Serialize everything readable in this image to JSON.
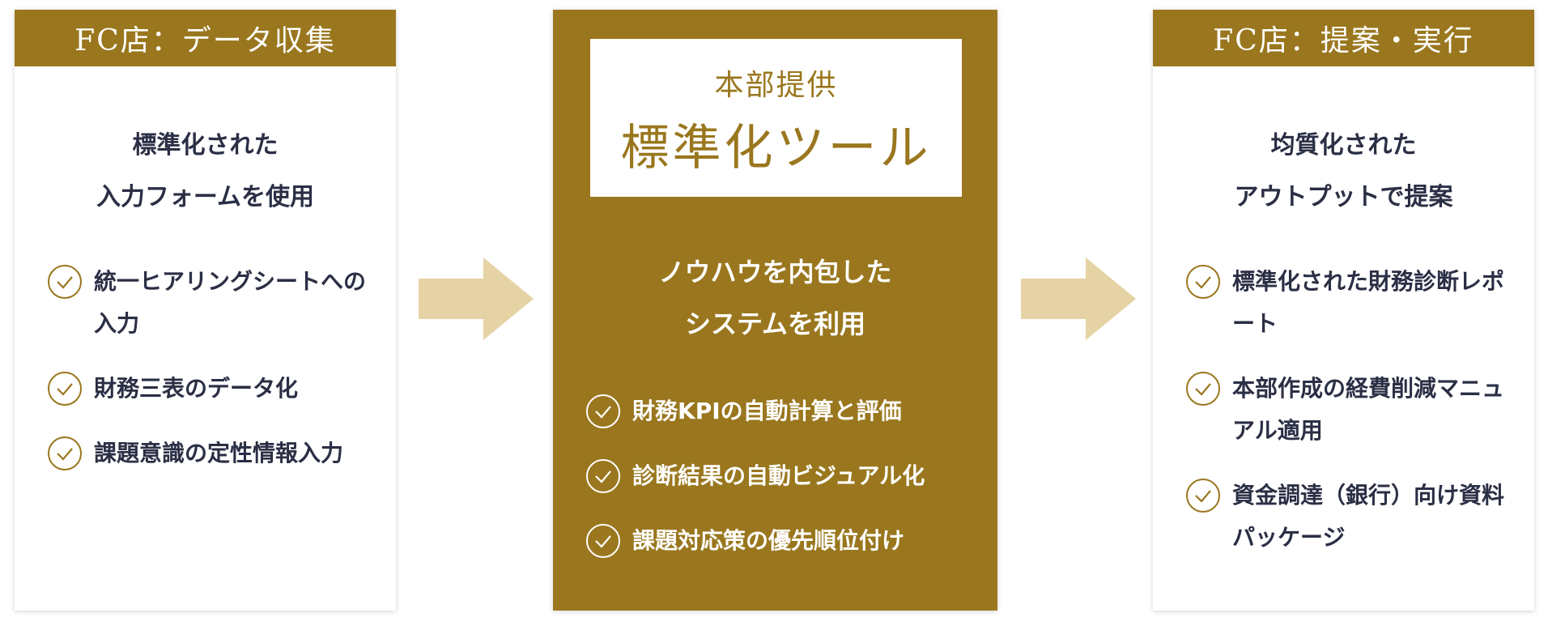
{
  "colors": {
    "gold": "#9a771e",
    "arrow": "#e6d3a5",
    "text": "#2b2f45",
    "white": "#ffffff"
  },
  "left_card": {
    "header": "FC店：データ収集",
    "subtitle_lines": [
      "標準化された",
      "入力フォームを使用"
    ],
    "items": [
      "統一ヒアリングシートへの入力",
      "財務三表のデータ化",
      "課題意識の定性情報入力"
    ]
  },
  "center_card": {
    "box_top": "本部提供",
    "box_title": "標準化ツール",
    "subtitle_lines": [
      "ノウハウを内包した",
      "システムを利用"
    ],
    "items": [
      "財務KPIの自動計算と評価",
      "診断結果の自動ビジュアル化",
      "課題対応策の優先順位付け"
    ]
  },
  "right_card": {
    "header": "FC店：提案・実行",
    "subtitle_lines": [
      "均質化された",
      "アウトプットで提案"
    ],
    "items": [
      "標準化された財務診断レポート",
      "本部作成の経費削減マニュアル適用",
      "資金調達（銀行）向け資料パッケージ"
    ]
  },
  "icons": {
    "check": "check-circle-icon",
    "arrow": "arrow-right-icon"
  }
}
